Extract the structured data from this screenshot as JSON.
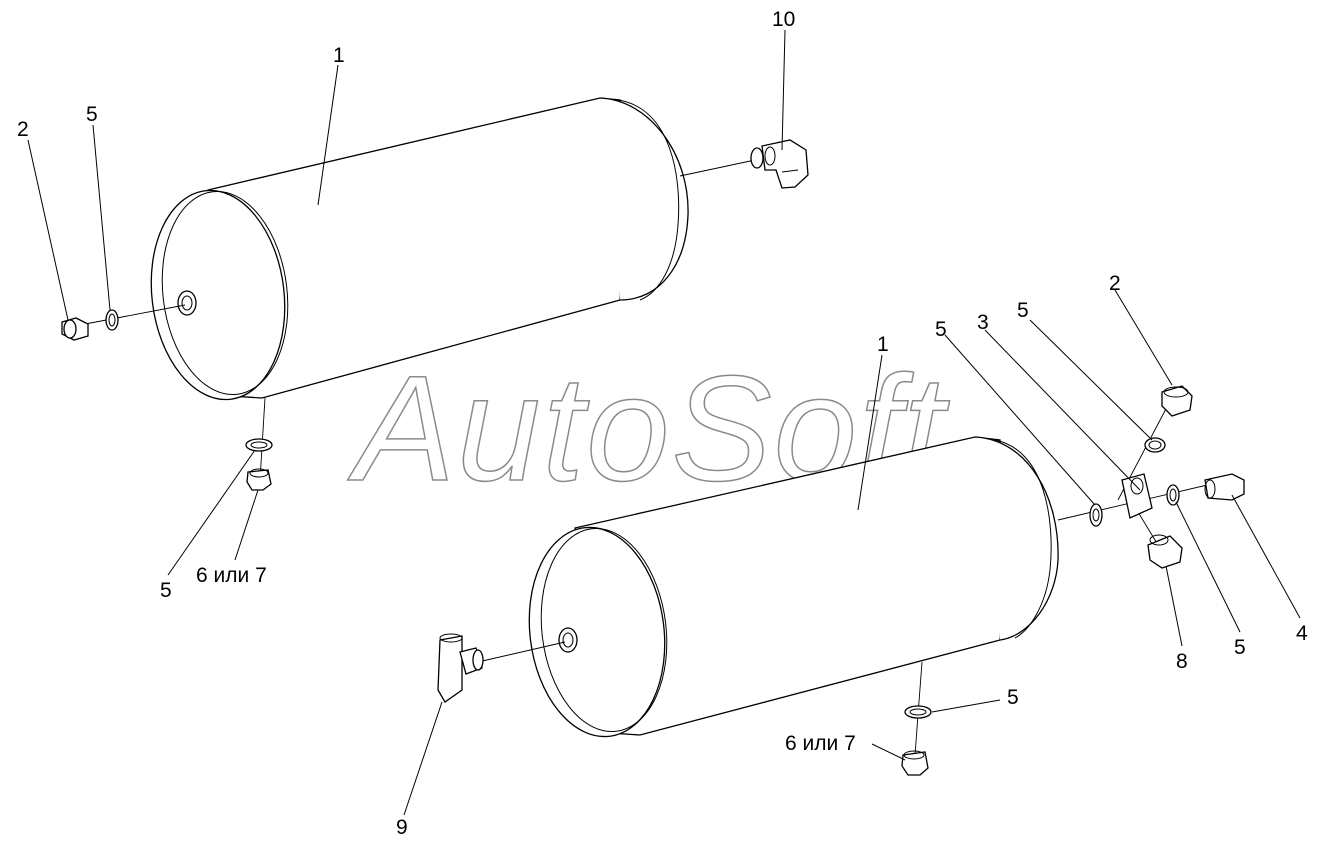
{
  "watermark": "AutoSoft",
  "callouts": {
    "tank_a": "1",
    "plug_a": "2",
    "washer_a_end": "5",
    "fitting_a_top": "10",
    "washer_a_bottom": "5",
    "drain_a": "6 или 7",
    "tank_b": "1",
    "plug_b": "2",
    "washer_b_top": "5",
    "tee_block": "3",
    "washer_b_left": "5",
    "washer_b_right": "5",
    "union": "4",
    "cap": "8",
    "tee_fitting": "9",
    "washer_b_bottom": "5",
    "drain_b": "6 или 7"
  }
}
